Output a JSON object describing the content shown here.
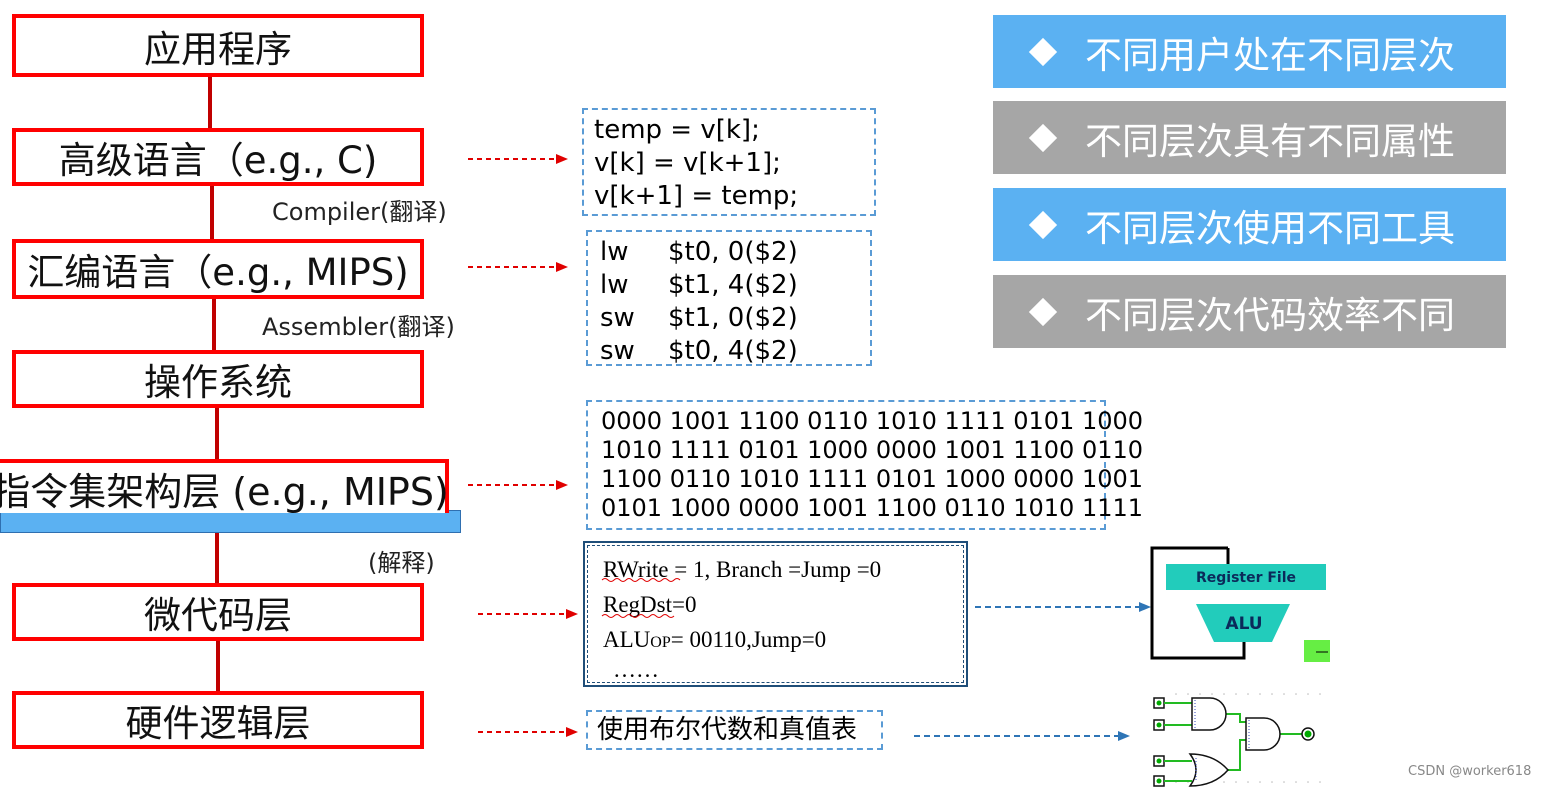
{
  "layers": {
    "app": "应用程序",
    "high_level": "高级语言（e.g., C)",
    "assembly": "汇编语言（e.g., MIPS)",
    "os": "操作系统",
    "isa": "指令集架构层 (e.g., MIPS)",
    "microcode": "微代码层",
    "hardware": "硬件逻辑层"
  },
  "transitions": {
    "compiler": "Compiler(翻译)",
    "assembler": "Assembler(翻译)",
    "interpret": "(解释)"
  },
  "code_c": [
    "temp = v[k];",
    "v[k] = v[k+1];",
    "v[k+1] = temp;"
  ],
  "code_asm": [
    {
      "op": "lw",
      "args": "$t0, 0($2)"
    },
    {
      "op": "lw",
      "args": "$t1, 4($2)"
    },
    {
      "op": "sw",
      "args": "$t1, 0($2)"
    },
    {
      "op": "sw",
      "args": "$t0, 4($2)"
    }
  ],
  "code_bin": [
    "0000 1001 1100 0110 1010 1111 0101 1000",
    "1010 1111 0101 1000 0000 1001 1100 0110",
    "1100 0110 1010 1111 0101 1000 0000 1001",
    "0101 1000 0000 1001 1100 0110 1010 1111"
  ],
  "micro": {
    "line1": "RWrite = 1, Branch =Jump =0",
    "line2": "RegDst=0",
    "line3_pre": "ALU",
    "line3_sub": "OP",
    "line3_post": "= 00110,Jump=0",
    "line4": "……"
  },
  "truth_table_label": "使用布尔代数和真值表",
  "datapath": {
    "register_file": "Register File",
    "alu": "ALU"
  },
  "points": [
    {
      "text": "不同用户处在不同层次",
      "style": "blue"
    },
    {
      "text": "不同层次具有不同属性",
      "style": "gray"
    },
    {
      "text": "不同层次使用不同工具",
      "style": "blue"
    },
    {
      "text": "不同层次代码效率不同",
      "style": "gray"
    }
  ],
  "watermark": "CSDN @worker618",
  "colors": {
    "layer_border": "#ff0000",
    "pill_blue": "#5bb1f2",
    "pill_gray": "#a6a6a6",
    "dashed_blue": "#5a9bd5"
  }
}
